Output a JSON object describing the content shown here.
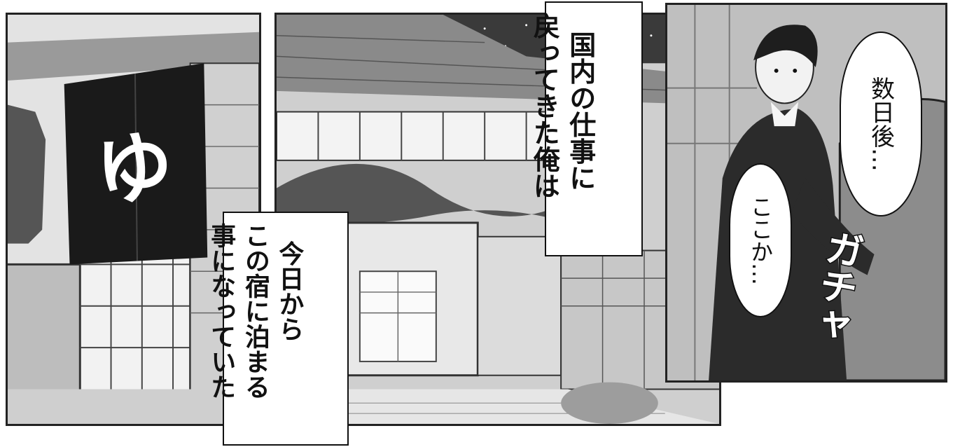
{
  "noren": {
    "glyph": "ゆ"
  },
  "captions": {
    "return_home": "国内の仕事に\n戻ってきた俺は",
    "staying": "今日から\nこの宿に泊まる\n事になっていた"
  },
  "bubbles": {
    "days_later": "数日後…",
    "here": "ここか…"
  },
  "sfx": {
    "door_rattle": "ガチャ"
  },
  "colors": {
    "ink": "#111111",
    "screentone": "#d9d9d9",
    "noren": "#1a1a1a",
    "paper": "#ffffff"
  }
}
